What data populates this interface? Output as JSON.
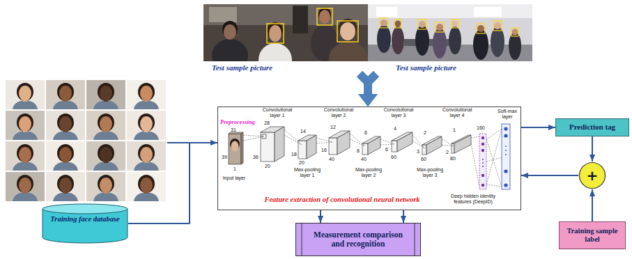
{
  "diagram": {
    "nodes": [
      {
        "text": [
          "Test sample picture"
        ]
      },
      {
        "text": [
          "Test sample picture"
        ]
      },
      {
        "text": [
          "Training face database"
        ]
      },
      {
        "text": [
          "Preprocessing",
          "Feature extraction of convolutional neural network"
        ]
      },
      {
        "text": [
          "Prediction tag"
        ]
      },
      {
        "text": [
          "+"
        ]
      },
      {
        "text": [
          "Training sample label"
        ]
      },
      {
        "text": [
          "Measurement comparison and recognition"
        ]
      }
    ],
    "edges": [
      {
        "from": 0,
        "to": 3,
        "arrow": "to"
      },
      {
        "from": 1,
        "to": 3,
        "arrow": "to"
      },
      {
        "from": 2,
        "to": 3,
        "arrow": "to"
      },
      {
        "from": 3,
        "to": 4,
        "arrow": "to"
      },
      {
        "from": 4,
        "to": 5,
        "arrow": "to"
      },
      {
        "from": 6,
        "to": 5,
        "arrow": "to"
      },
      {
        "from": 5,
        "to": 3,
        "arrow": "to"
      },
      {
        "from": 3,
        "to": 7,
        "arrow": "to"
      },
      {
        "from": 3,
        "to": 7,
        "arrow": "to"
      }
    ],
    "labels": [
      "Input layer",
      "31",
      "39",
      "1",
      "Convolutional layer 1",
      "28",
      "36",
      "20",
      "Max-pooling layer 1",
      "14",
      "18",
      "20",
      "Convolutional layer 2",
      "12",
      "16",
      "40",
      "Max-pooling layer 2",
      "6",
      "8",
      "40",
      "Convolutional layer 3",
      "4",
      "6",
      "60",
      "Max-pooling layer 3",
      "2",
      "3",
      "60",
      "Convolutional layer 4",
      "1",
      "2",
      "80",
      "160",
      "Deep hidden identity features (DeepID)",
      "Soft-max layer"
    ]
  }
}
